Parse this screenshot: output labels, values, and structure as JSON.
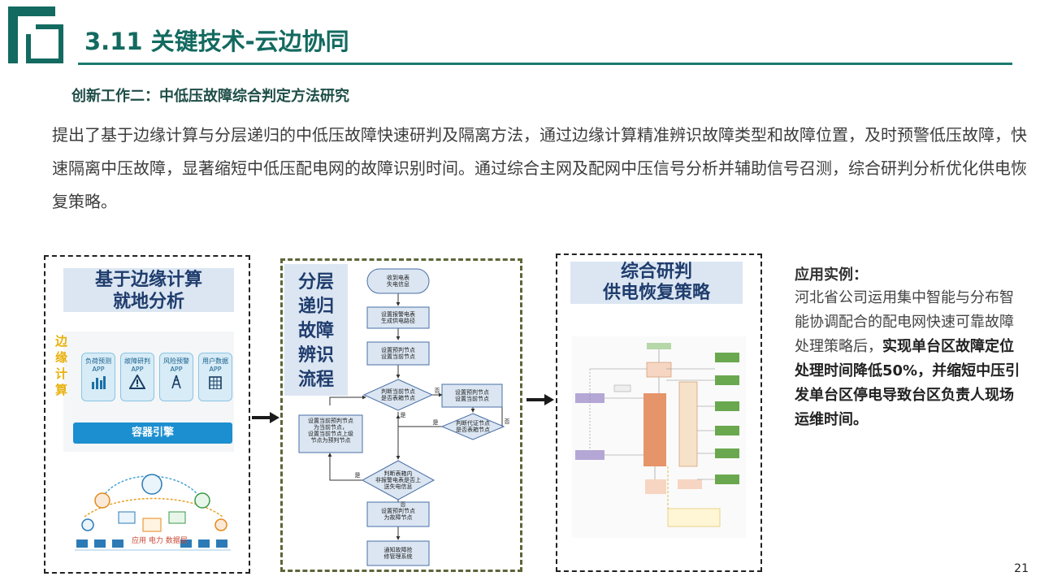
{
  "header": {
    "title": "3.11 关键技术-云边协同"
  },
  "subtitle": "创新工作二：中低压故障综合判定方法研究",
  "intro": "提出了基于边缘计算与分层递归的中低压故障快速研判及隔离方法，通过边缘计算精准辨识故障类型和故障位置，及时预警低压故障，快速隔离中压故障，显著缩短中低压配电网的故障识别时间。通过综合主网及配网中压信号分析并辅助信号召测，综合研判分析优化供电恢复策略。",
  "panel_edge": {
    "heading": "基于边缘计算\n就地分析",
    "side_title": "边缘计算",
    "apps": [
      {
        "name": "负荷预测",
        "suffix": "APP"
      },
      {
        "name": "故障研判",
        "suffix": "APP"
      },
      {
        "name": "风险预警",
        "suffix": "APP"
      },
      {
        "name": "用户数据",
        "suffix": "APP"
      }
    ],
    "engine_label": "容器引擎",
    "data_label": "应用 电力 数据层"
  },
  "panel_flow": {
    "heading": "分层\n递归\n故障\n辨识\n流程",
    "steps": {
      "start": "收到电表\n失电信息",
      "s1": "设置报警电表\n生成供电路径",
      "s2": "设置预判节点\n设置当前节点",
      "d1": "判断当前节点\n是否表箱节点",
      "s3": "设置预判节点\n设置当前节点",
      "d2": "判断代证节点\n是否表箱节点",
      "s4": "设置当前预判节点\n为当前节点，\n设置当前节点上级\n节点为预判节点",
      "d3": "判断表箱内\n非报警电表是否上\n送失电信息",
      "s5": "设置预判节点\n为故障节点",
      "end": "通知故障抢\n修管理系统"
    },
    "labels": {
      "no": "否",
      "yes": "是"
    }
  },
  "panel_strategy": {
    "heading": "综合研判\n供电恢复策略"
  },
  "case": {
    "title": "应用实例：",
    "body_plain": "河北省公司运用集中智能与分布智能协调配合的配电网快速可靠故障处理策略后，",
    "body_bold": "实现单台区故障定位处理时间降低50%，并缩短中压引发单台区停电导致台区负责人现场运维时间。"
  },
  "page_number": "21",
  "colors": {
    "brand": "#136a60",
    "heading_bg": "#dbe6f2",
    "heading_text": "#1f3c6d",
    "engine": "#1c8fd0"
  }
}
